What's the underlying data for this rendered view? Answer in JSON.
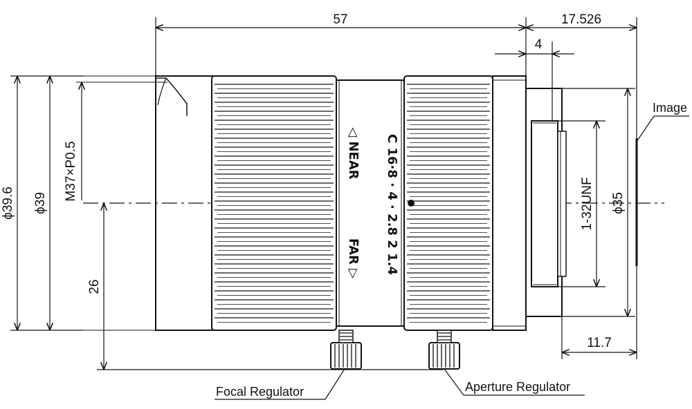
{
  "dimensions": {
    "length_57": "57",
    "flange_17526": "17.526",
    "mount_4": "4",
    "image_11_7": "11.7",
    "dia_39_6": "ϕ39.6",
    "dia_39": "ϕ39",
    "thread_m37": "M37×P0.5",
    "height_26": "26",
    "thread_unf": "1-32UNF",
    "dia_35": "ϕ35"
  },
  "focus_ring": {
    "near": "◁ NEAR",
    "far": "FAR ▷"
  },
  "aperture_scale": "C 16·8 · 4 · 2.8 2 1.4",
  "labels": {
    "image": "Image",
    "focal_regulator": "Focal Regulator",
    "aperture_regulator": "Aperture Regulator"
  }
}
